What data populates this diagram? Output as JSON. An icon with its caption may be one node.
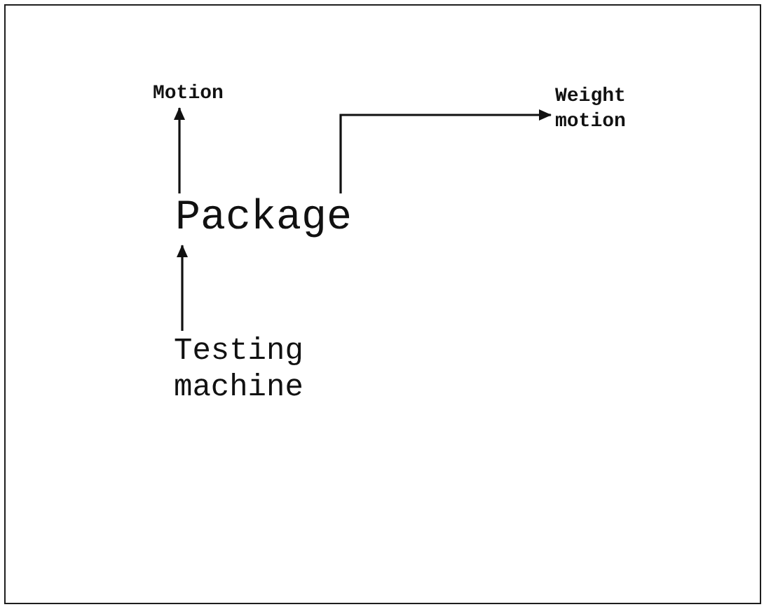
{
  "diagram": {
    "nodes": [
      {
        "text": [
          "Motion"
        ]
      },
      {
        "text": [
          "Weight motion"
        ]
      },
      {
        "text": [
          "Package"
        ]
      },
      {
        "text": [
          "Testing machine"
        ]
      }
    ],
    "edges": [
      {
        "from": 2,
        "to": 0,
        "arrow": "to"
      },
      {
        "from": 2,
        "to": 1,
        "arrow": "to"
      },
      {
        "from": 3,
        "to": 2,
        "arrow": "to"
      }
    ]
  }
}
